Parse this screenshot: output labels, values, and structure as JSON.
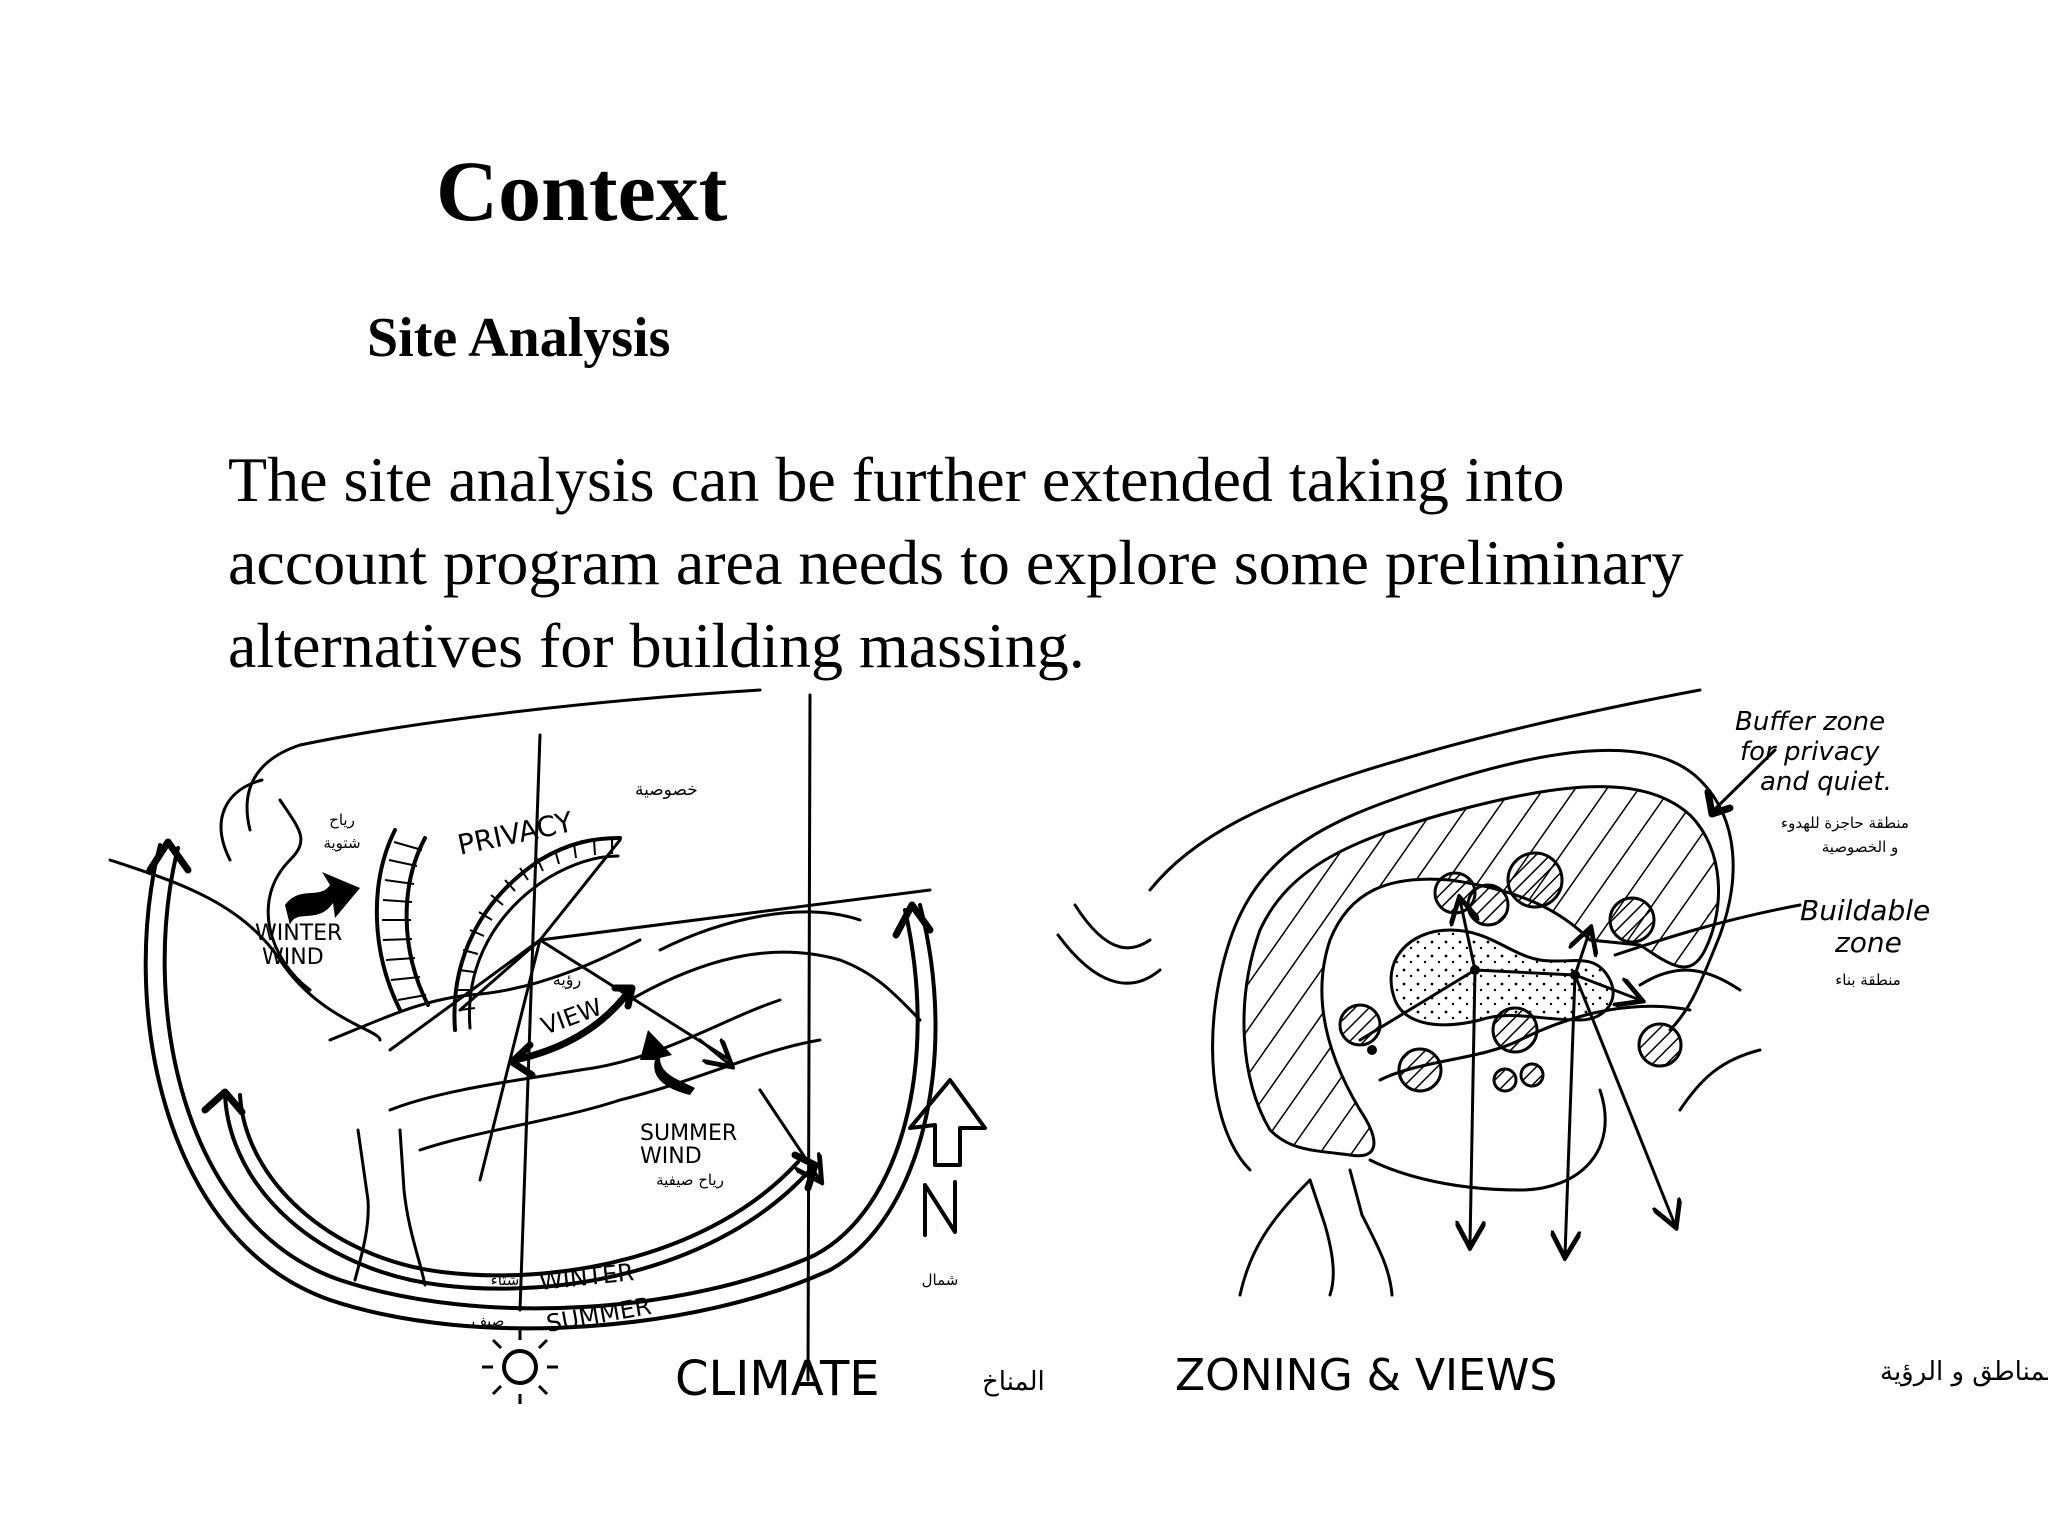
{
  "title": "Context",
  "subtitle": "Site Analysis",
  "body": {
    "line1": "The site analysis can be further extended taking into",
    "line2": "account program area needs to explore some preliminary",
    "line3": "alternatives for building massing."
  },
  "climate": {
    "caption": "CLIMATE",
    "caption_ar": "المناخ",
    "privacy": "PRIVACY",
    "privacy_ar": "خصوصية",
    "winter_wind_1": "WINTER",
    "winter_wind_2": "WIND",
    "winter_wind_ar_1": "رياح",
    "winter_wind_ar_2": "شتوية",
    "view": "VIEW",
    "view_ar": "رؤية",
    "summer_wind_1": "SUMMER",
    "summer_wind_2": "WIND",
    "summer_wind_ar": "رياح صيفية",
    "winter": "WINTER",
    "winter_ar": "شتاء",
    "summer": "SUMMER",
    "summer_ar": "صيف",
    "north": "N",
    "north_ar": "شمال"
  },
  "zoning": {
    "caption": "ZONING & VIEWS",
    "caption_ar": "المناطق و الرؤية",
    "buffer_1": "Buffer zone",
    "buffer_2": "for privacy",
    "buffer_3": "and quiet.",
    "buffer_ar_1": "منطقة حاجزة للهدوء",
    "buffer_ar_2": "و الخصوصية",
    "buildable_1": "Buildable",
    "buildable_2": "zone",
    "buildable_ar": "منطقة بناء"
  }
}
